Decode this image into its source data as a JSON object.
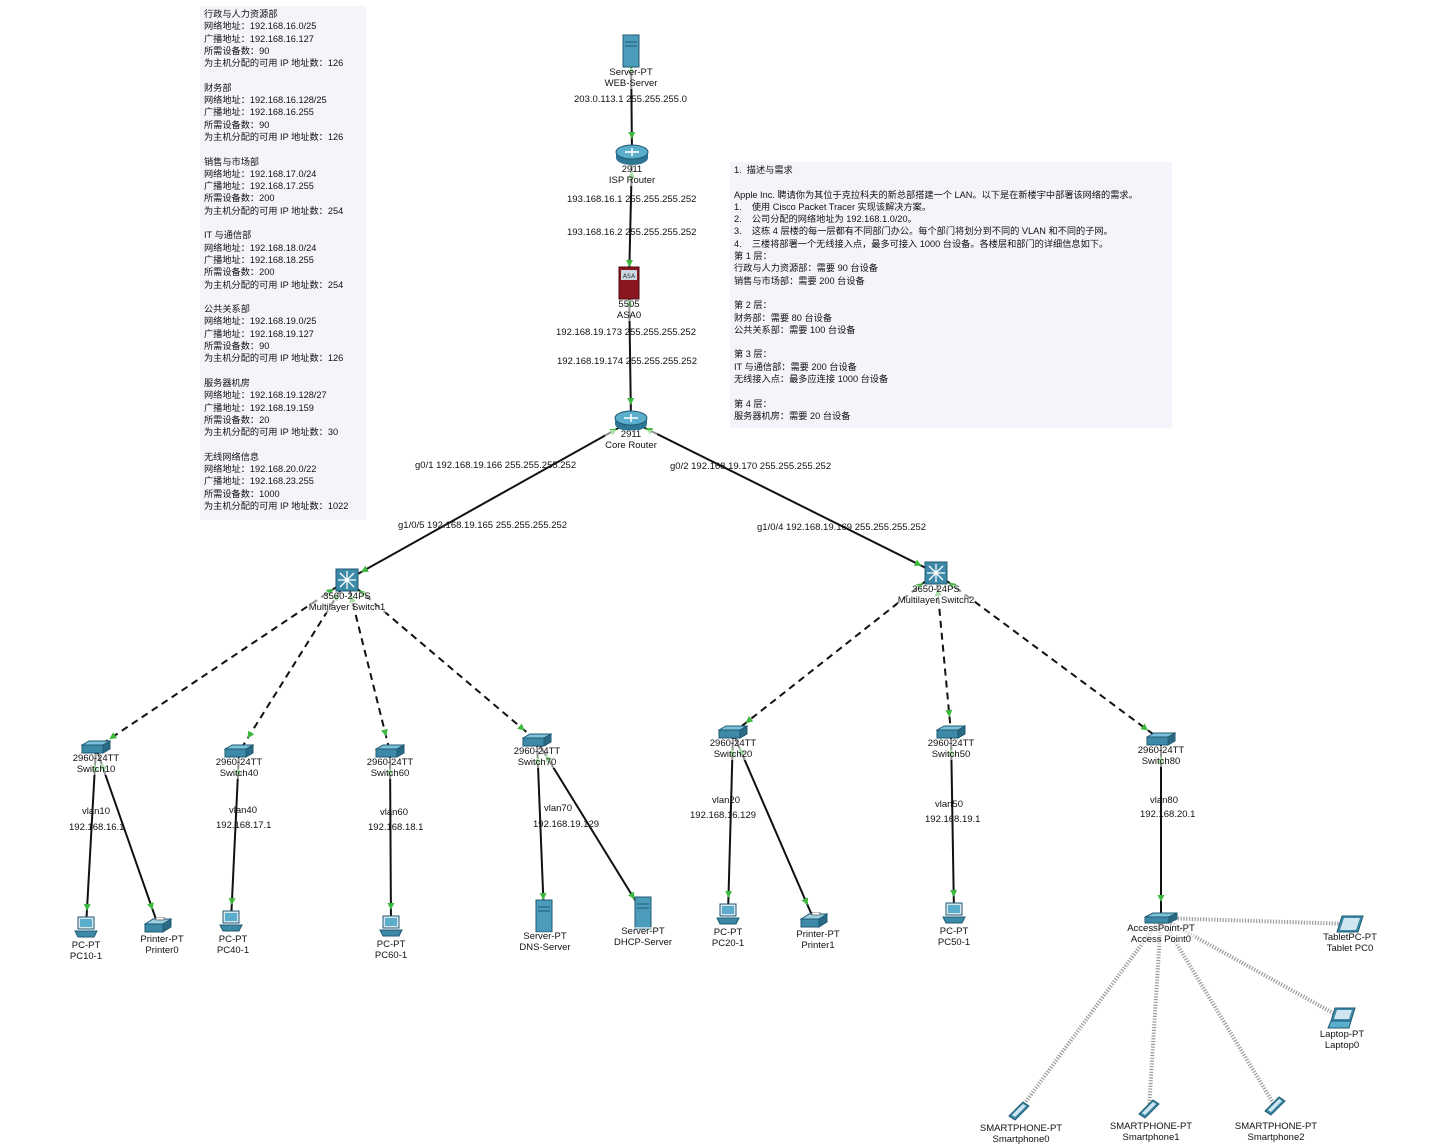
{
  "notes": {
    "left": "行政与人力资源部\n网络地址：192.168.16.0/25\n广播地址：192.168.16.127\n所需设备数：90\n为主机分配的可用 IP 地址数：126\n\n财务部\n网络地址：192.168.16.128/25\n广播地址：192.168.16.255\n所需设备数：90\n为主机分配的可用 IP 地址数：126\n\n销售与市场部\n网络地址：192.168.17.0/24\n广播地址：192.168.17.255\n所需设备数：200\n为主机分配的可用 IP 地址数：254\n\nIT 与通信部\n网络地址：192.168.18.0/24\n广播地址：192.168.18.255\n所需设备数：200\n为主机分配的可用 IP 地址数：254\n\n公共关系部\n网络地址：192.168.19.0/25\n广播地址：192.168.19.127\n所需设备数：90\n为主机分配的可用 IP 地址数：126\n\n服务器机房\n网络地址：192.168.19.128/27\n广播地址：192.168.19.159\n所需设备数：20\n为主机分配的可用 IP 地址数：30\n\n无线网络信息\n网络地址：192.168.20.0/22\n广播地址：192.168.23.255\n所需设备数：1000\n为主机分配的可用 IP 地址数：1022",
    "right": "1.  描述与需求\n\nApple Inc. 聘请你为其位于克拉科夫的新总部搭建一个 LAN。以下是在新楼宇中部署该网络的需求。\n1.    使用 Cisco Packet Tracer 实现该解决方案。\n2.    公司分配的网络地址为 192.168.1.0/20。\n3.    这栋 4 层楼的每一层都有不同部门办公。每个部门将划分到不同的 VLAN 和不同的子网。\n4.    三楼将部署一个无线接入点，最多可接入 1000 台设备。各楼层和部门的详细信息如下。\n第 1 层：\n行政与人力资源部：需要 90 台设备\n销售与市场部：需要 200 台设备\n\n第 2 层：\n财务部：需要 80 台设备\n公共关系部：需要 100 台设备\n\n第 3 层：\nIT 与通信部：需要 200 台设备\n无线接入点：最多应连接 1000 台设备\n\n第 4 层：\n服务器机房：需要 20 台设备"
  },
  "devices": [
    {
      "id": "web",
      "icon": "server",
      "model": "Server-PT",
      "name": "WEB-Server"
    },
    {
      "id": "isp",
      "icon": "router",
      "model": "2911",
      "name": "ISP Router"
    },
    {
      "id": "asa",
      "icon": "firewall",
      "model": "5505",
      "name": "ASA0"
    },
    {
      "id": "core",
      "icon": "router",
      "model": "2911",
      "name": "Core Router"
    },
    {
      "id": "ms1",
      "icon": "mlswitch",
      "model": "3560-24PS",
      "name": "Multilayer Switch1"
    },
    {
      "id": "ms2",
      "icon": "mlswitch",
      "model": "3650-24PS",
      "name": "Multilayer Switch2"
    },
    {
      "id": "sw10",
      "icon": "switch",
      "model": "2960-24TT",
      "name": "Switch10"
    },
    {
      "id": "sw40",
      "icon": "switch",
      "model": "2960-24TT",
      "name": "Switch40"
    },
    {
      "id": "sw60",
      "icon": "switch",
      "model": "2960-24TT",
      "name": "Switch60"
    },
    {
      "id": "sw70",
      "icon": "switch",
      "model": "2960-24TT",
      "name": "Switch70"
    },
    {
      "id": "sw20",
      "icon": "switch",
      "model": "2960-24TT",
      "name": "Switch20"
    },
    {
      "id": "sw50",
      "icon": "switch",
      "model": "2960-24TT",
      "name": "Switch50"
    },
    {
      "id": "sw80",
      "icon": "switch",
      "model": "2960-24TT",
      "name": "Switch80"
    },
    {
      "id": "pc10",
      "icon": "pc",
      "model": "PC-PT",
      "name": "PC10-1"
    },
    {
      "id": "pr0",
      "icon": "printer",
      "model": "Printer-PT",
      "name": "Printer0"
    },
    {
      "id": "pc40",
      "icon": "pc",
      "model": "PC-PT",
      "name": "PC40-1"
    },
    {
      "id": "pc60",
      "icon": "pc",
      "model": "PC-PT",
      "name": "PC60-1"
    },
    {
      "id": "dns",
      "icon": "server",
      "model": "Server-PT",
      "name": "DNS-Server"
    },
    {
      "id": "dhcp",
      "icon": "server",
      "model": "Server-PT",
      "name": "DHCP-Server"
    },
    {
      "id": "pc20",
      "icon": "pc",
      "model": "PC-PT",
      "name": "PC20-1"
    },
    {
      "id": "pr1",
      "icon": "printer",
      "model": "Printer-PT",
      "name": "Printer1"
    },
    {
      "id": "pc50",
      "icon": "pc",
      "model": "PC-PT",
      "name": "PC50-1"
    },
    {
      "id": "ap",
      "icon": "ap",
      "model": "AccessPoint-PT",
      "name": "Access Point0"
    },
    {
      "id": "tab",
      "icon": "tablet",
      "model": "TabletPC-PT",
      "name": "Tablet PC0"
    },
    {
      "id": "lap",
      "icon": "laptop",
      "model": "Laptop-PT",
      "name": "Laptop0"
    },
    {
      "id": "sp0",
      "icon": "phone",
      "model": "SMARTPHONE-PT",
      "name": "Smartphone0"
    },
    {
      "id": "sp1",
      "icon": "phone",
      "model": "SMARTPHONE-PT",
      "name": "Smartphone1"
    },
    {
      "id": "sp2",
      "icon": "phone",
      "model": "SMARTPHONE-PT",
      "name": "Smartphone2"
    }
  ],
  "links": [
    {
      "a": "web",
      "b": "isp",
      "type": "solid"
    },
    {
      "a": "isp",
      "b": "asa",
      "type": "solid"
    },
    {
      "a": "asa",
      "b": "core",
      "type": "solid"
    },
    {
      "a": "core",
      "b": "ms1",
      "type": "solid"
    },
    {
      "a": "core",
      "b": "ms2",
      "type": "solid"
    },
    {
      "a": "ms1",
      "b": "sw10",
      "type": "dashed"
    },
    {
      "a": "ms1",
      "b": "sw40",
      "type": "dashed"
    },
    {
      "a": "ms1",
      "b": "sw60",
      "type": "dashed"
    },
    {
      "a": "ms1",
      "b": "sw70",
      "type": "dashed"
    },
    {
      "a": "ms2",
      "b": "sw20",
      "type": "dashed"
    },
    {
      "a": "ms2",
      "b": "sw50",
      "type": "dashed"
    },
    {
      "a": "ms2",
      "b": "sw80",
      "type": "dashed"
    },
    {
      "a": "sw10",
      "b": "pc10",
      "type": "solid"
    },
    {
      "a": "sw10",
      "b": "pr0",
      "type": "solid"
    },
    {
      "a": "sw40",
      "b": "pc40",
      "type": "solid"
    },
    {
      "a": "sw60",
      "b": "pc60",
      "type": "solid"
    },
    {
      "a": "sw70",
      "b": "dns",
      "type": "solid"
    },
    {
      "a": "sw70",
      "b": "dhcp",
      "type": "solid"
    },
    {
      "a": "sw20",
      "b": "pc20",
      "type": "solid"
    },
    {
      "a": "sw20",
      "b": "pr1",
      "type": "solid"
    },
    {
      "a": "sw50",
      "b": "pc50",
      "type": "solid"
    },
    {
      "a": "sw80",
      "b": "ap",
      "type": "solid"
    },
    {
      "a": "ap",
      "b": "tab",
      "type": "wireless"
    },
    {
      "a": "ap",
      "b": "lap",
      "type": "wireless"
    },
    {
      "a": "ap",
      "b": "sp0",
      "type": "wireless"
    },
    {
      "a": "ap",
      "b": "sp1",
      "type": "wireless"
    },
    {
      "a": "ap",
      "b": "sp2",
      "type": "wireless"
    }
  ],
  "link_labels": [
    "203.0.113.1 255.255.255.0",
    "193.168.16.1 255.255.255.252",
    "193.168.16.2 255.255.255.252",
    "192.168.19.173 255.255.255.252",
    "192.168.19.174 255.255.255.252",
    "g0/1  192.168.19.166 255.255.255.252",
    "g0/2 192.168.19.170 255.255.255.252",
    "g1/0/5  192.168.19.165 255.255.255.252",
    "g1/0/4  192.168.19.169 255.255.255.252",
    "vlan10",
    "192.168.16.1",
    "vlan40",
    "192.168.17.1",
    "vlan60",
    "192.168.18.1",
    "vlan70",
    "192.168.19.129",
    "vlan20",
    "192.168.16.129",
    "vlan50",
    "192.168.19.1",
    "vlan80",
    "192.168.20.1"
  ],
  "colors": {
    "link": "#111111",
    "arrow": "#3cb83c",
    "device": "#3d8aa8",
    "device_dark": "#1f5a72",
    "firewall": "#8a1620",
    "wireless": "#9a9a9a"
  }
}
